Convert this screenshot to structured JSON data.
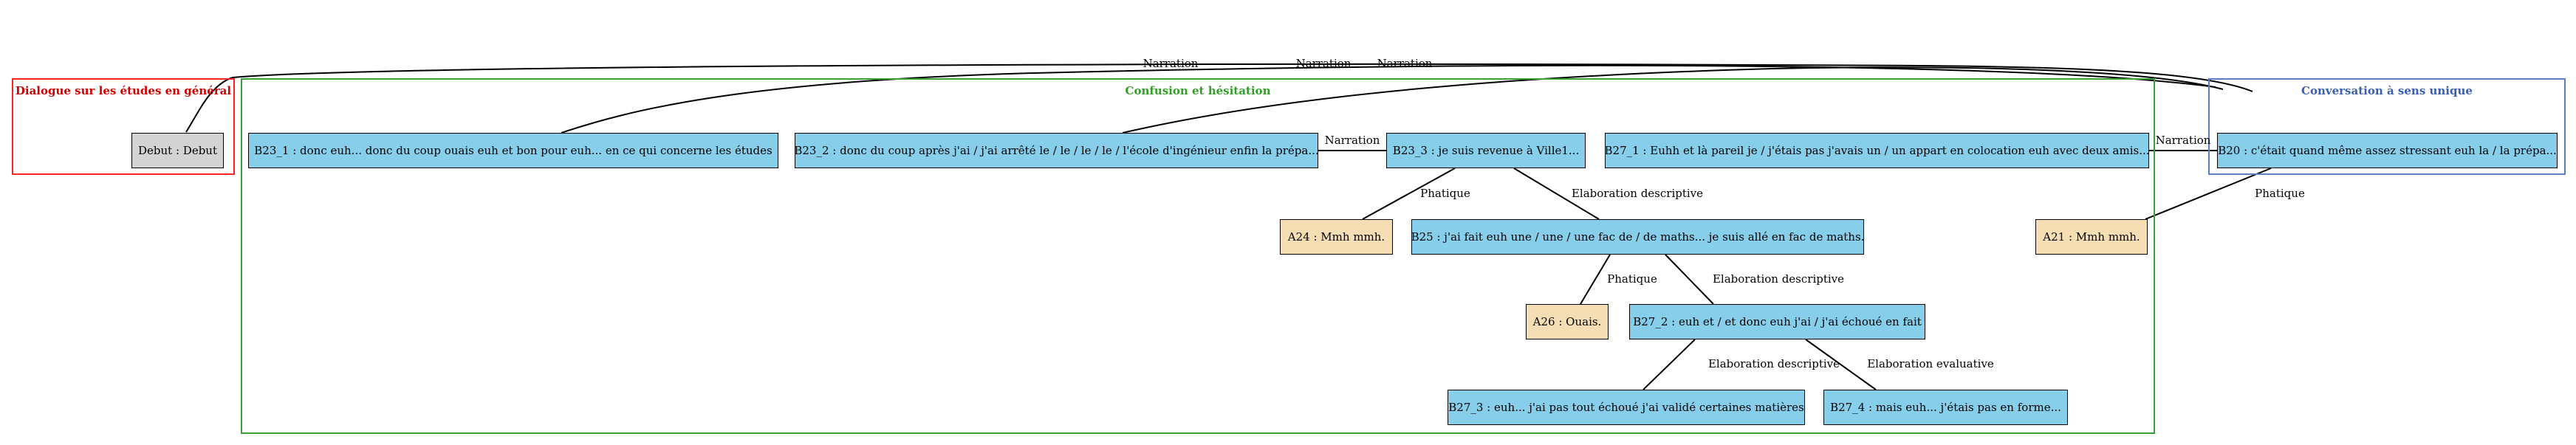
{
  "colors": {
    "cluster_red": "#ff2020",
    "cluster_green": "#3aa03a",
    "cluster_blue": "#5c7fbf",
    "title_red": "#d10000",
    "title_green": "#32a028",
    "title_blue": "#3a5fb0",
    "node_blue": "#87ceeb",
    "node_tan": "#f5deb3",
    "node_grey": "#d3d3d3",
    "edge": "#000000"
  },
  "clusters": {
    "general": {
      "title": "Dialogue sur les études en général"
    },
    "confusion": {
      "title": "Confusion et hésitation"
    },
    "unique": {
      "title": "Conversation à sens unique"
    }
  },
  "nodes": {
    "debut": "Debut : Debut",
    "b23_1": "B23_1 : donc euh... donc du coup ouais euh et bon pour euh... en ce qui concerne les études",
    "b23_2": "B23_2 : donc du coup après j'ai / j'ai arrêté le / le / le / le / l'école d'ingénieur enfin la prépa...",
    "b23_3": "B23_3 : je suis revenue à Ville1...",
    "b27_1": "B27_1 : Euhh et là pareil je / j'étais pas j'avais un / un appart en colocation euh avec deux amis...",
    "b20": "B20 : c'était quand même assez stressant euh la / la prépa...",
    "a24": "A24 : Mmh mmh.",
    "b25": "B25 : j'ai fait euh une / une / une fac de / de maths... je suis allé en fac de maths.",
    "a21": "A21 : Mmh mmh.",
    "a26": "A26 : Ouais.",
    "b27_2": "B27_2 : euh et / et donc euh j'ai / j'ai échoué en fait",
    "b27_3": "B27_3 : euh... j'ai pas tout échoué j'ai validé certaines matières",
    "b27_4": "B27_4 : mais euh... j'étais pas en forme..."
  },
  "edge_labels": {
    "narration_1": "Narration",
    "narration_2": "Narration",
    "narration_3": "Narration",
    "narration_4": "Narration",
    "narration_5": "Narration",
    "phatique_1": "Phatique",
    "elab_desc_1": "Elaboration descriptive",
    "phatique_2": "Phatique",
    "phatique_3": "Phatique",
    "elab_desc_2": "Elaboration descriptive",
    "elab_desc_3": "Elaboration descriptive",
    "elab_eval": "Elaboration evaluative"
  }
}
